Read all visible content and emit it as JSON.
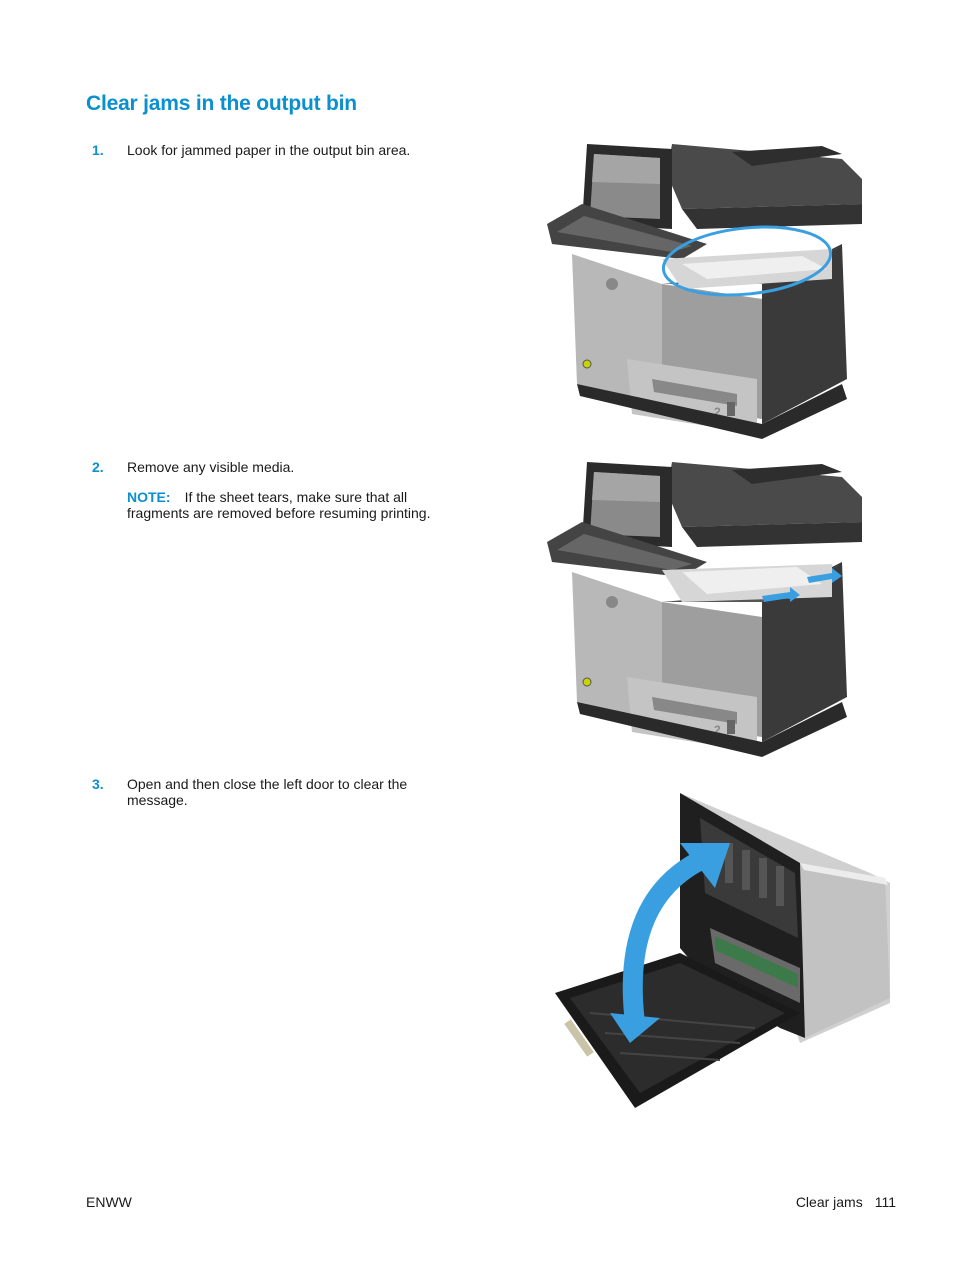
{
  "page": {
    "title": "Clear jams in the output bin",
    "steps": [
      {
        "number": "1.",
        "text": "Look for jammed paper in the output bin area."
      },
      {
        "number": "2.",
        "text": "Remove any visible media.",
        "note_label": "NOTE:",
        "note_text": "If the sheet tears, make sure that all fragments are removed before resuming printing."
      },
      {
        "number": "3.",
        "text": "Open and then close the left door to clear the message."
      }
    ],
    "footer": {
      "left": "ENWW",
      "section": "Clear jams",
      "page_number": "111"
    }
  },
  "colors": {
    "accent": "#0a8fcf",
    "highlight_ellipse": "#3a9fe0",
    "arrow": "#3a9fe0"
  },
  "illustrations": [
    {
      "name": "printer-output-bin-highlight",
      "tray_label": "2"
    },
    {
      "name": "printer-remove-media-arrows",
      "tray_label": "2"
    },
    {
      "name": "left-door-open-arrow"
    }
  ]
}
